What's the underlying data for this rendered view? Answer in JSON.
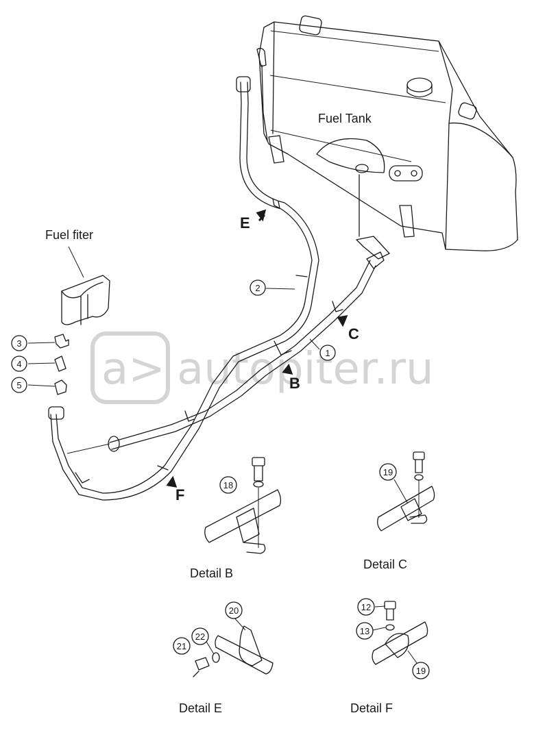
{
  "labels": {
    "fuel_tank": "Fuel Tank",
    "fuel_filter": "Fuel fiter",
    "detail_b": "Detail B",
    "detail_c": "Detail C",
    "detail_e": "Detail E",
    "detail_f": "Detail F"
  },
  "view_letters": {
    "b": "B",
    "c": "C",
    "e": "E",
    "f": "F"
  },
  "callouts": {
    "c1": "1",
    "c2": "2",
    "c3": "3",
    "c4": "4",
    "c5": "5",
    "c12": "12",
    "c13": "13",
    "c18": "18",
    "c19a": "19",
    "c19b": "19",
    "c20": "20",
    "c21": "21",
    "c22": "22"
  },
  "watermark": {
    "text": "autopiter.ru",
    "logo_glyph": "a>"
  }
}
